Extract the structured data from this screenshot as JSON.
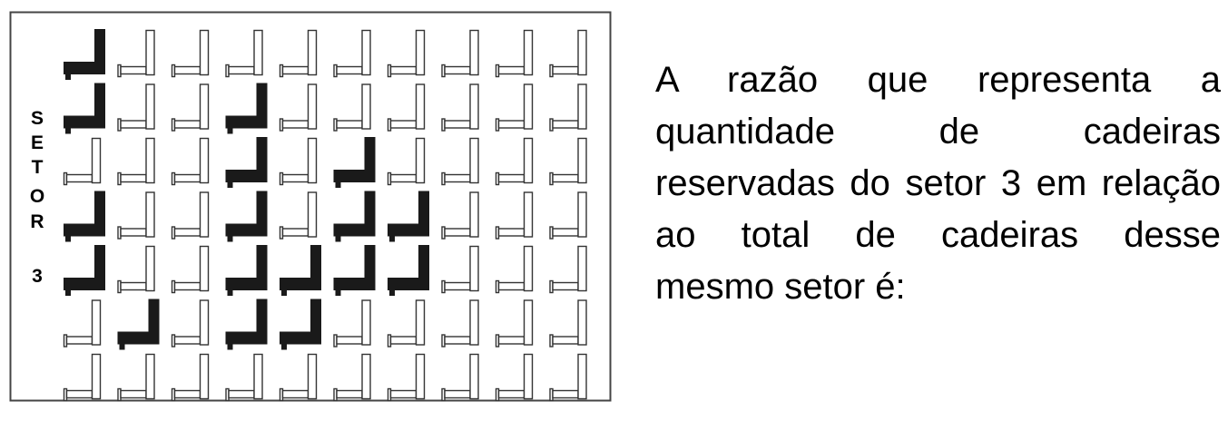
{
  "sector_label": {
    "letters": [
      "S",
      "E",
      "T",
      "O",
      "R"
    ],
    "number": "3"
  },
  "seating_grid": {
    "rows": 7,
    "cols": 10,
    "reserved": [
      [
        1,
        0,
        0,
        0,
        0,
        0,
        0,
        0,
        0,
        0
      ],
      [
        1,
        0,
        0,
        1,
        0,
        0,
        0,
        0,
        0,
        0
      ],
      [
        0,
        0,
        0,
        1,
        0,
        1,
        0,
        0,
        0,
        0
      ],
      [
        1,
        0,
        0,
        1,
        0,
        1,
        1,
        0,
        0,
        0
      ],
      [
        1,
        0,
        0,
        1,
        1,
        1,
        1,
        0,
        0,
        0
      ],
      [
        0,
        1,
        0,
        1,
        1,
        0,
        0,
        0,
        0,
        0
      ],
      [
        0,
        0,
        0,
        0,
        0,
        0,
        0,
        0,
        0,
        0
      ]
    ],
    "colors": {
      "reserved": "#1a1a1a",
      "free_outline": "#333333",
      "border": "#444444"
    }
  },
  "question": {
    "lines": [
      "A razão que representa a",
      "quantidade de cadeiras",
      "reservadas do setor 3 em relação",
      "ao total de cadeiras desse",
      "mesmo setor é:"
    ]
  }
}
